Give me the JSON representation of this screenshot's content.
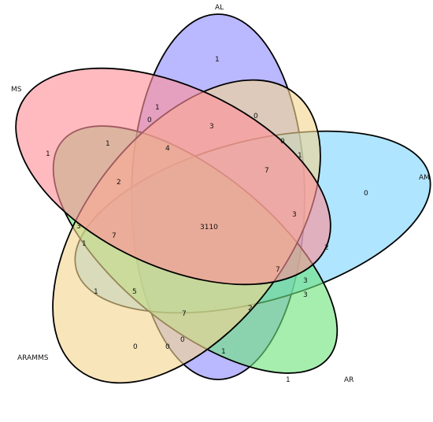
{
  "sets": [
    {
      "label": "AL",
      "color": "#8f8cff"
    },
    {
      "label": "AM",
      "color": "#7ed5ff"
    },
    {
      "label": "AR",
      "color": "#6ee37d"
    },
    {
      "label": "ARAMMS",
      "color": "#f4d58f"
    },
    {
      "label": "MS",
      "color": "#ff8f98"
    }
  ],
  "regions": [
    {
      "id": "al-only",
      "value": "1"
    },
    {
      "id": "al-ms-top",
      "value": "1"
    },
    {
      "id": "al-ms-zero",
      "value": "0"
    },
    {
      "id": "al-upper-zero",
      "value": "0"
    },
    {
      "id": "al-ms-three",
      "value": "3"
    },
    {
      "id": "ms-only",
      "value": "1"
    },
    {
      "id": "ms-aramms-one",
      "value": "1"
    },
    {
      "id": "center-four",
      "value": "4"
    },
    {
      "id": "right-zero",
      "value": "0"
    },
    {
      "id": "right-one",
      "value": "1"
    },
    {
      "id": "ms-two",
      "value": "2"
    },
    {
      "id": "upper-right-seven",
      "value": "7"
    },
    {
      "id": "am-only",
      "value": "0"
    },
    {
      "id": "left-three",
      "value": "3"
    },
    {
      "id": "left-seven",
      "value": "7"
    },
    {
      "id": "center-main",
      "value": "3110"
    },
    {
      "id": "right-three",
      "value": "3"
    },
    {
      "id": "left-one",
      "value": "1"
    },
    {
      "id": "right-two",
      "value": "2"
    },
    {
      "id": "lower-right-seven",
      "value": "7"
    },
    {
      "id": "lower-left-one",
      "value": "1"
    },
    {
      "id": "lower-left-five",
      "value": "5"
    },
    {
      "id": "right-lower-three-a",
      "value": "3"
    },
    {
      "id": "right-lower-three-b",
      "value": "3"
    },
    {
      "id": "lower-center-two",
      "value": "2"
    },
    {
      "id": "lower-center-seven",
      "value": "7"
    },
    {
      "id": "aramms-only",
      "value": "0"
    },
    {
      "id": "bottom-zero-a",
      "value": "0"
    },
    {
      "id": "bottom-zero-b",
      "value": "0"
    },
    {
      "id": "ar-one-mid",
      "value": "1"
    },
    {
      "id": "ar-only",
      "value": "1"
    }
  ]
}
